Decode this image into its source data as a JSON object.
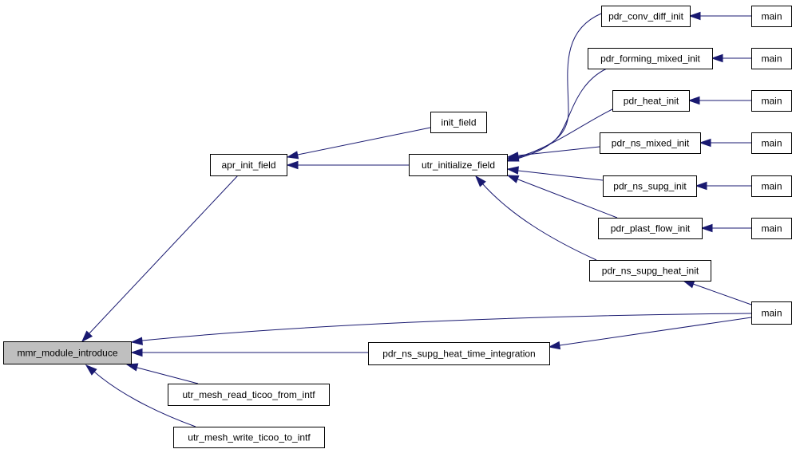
{
  "nodes": [
    {
      "id": "mmr",
      "label": "mmr_module_introduce",
      "root": true
    },
    {
      "id": "apr",
      "label": "apr_init_field"
    },
    {
      "id": "init",
      "label": "init_field"
    },
    {
      "id": "utr_init",
      "label": "utr_initialize_field"
    },
    {
      "id": "conv",
      "label": "pdr_conv_diff_init"
    },
    {
      "id": "forming",
      "label": "pdr_forming_mixed_init"
    },
    {
      "id": "heat",
      "label": "pdr_heat_init"
    },
    {
      "id": "nsmixed",
      "label": "pdr_ns_mixed_init"
    },
    {
      "id": "nssupg",
      "label": "pdr_ns_supg_init"
    },
    {
      "id": "plast",
      "label": "pdr_plast_flow_init"
    },
    {
      "id": "nssupgheat",
      "label": "pdr_ns_supg_heat_init"
    },
    {
      "id": "timeint",
      "label": "pdr_ns_supg_heat_time_integration"
    },
    {
      "id": "readticoo",
      "label": "utr_mesh_read_ticoo_from_intf"
    },
    {
      "id": "writeticoo",
      "label": "utr_mesh_write_ticoo_to_intf"
    },
    {
      "id": "main1",
      "label": "main"
    },
    {
      "id": "main2",
      "label": "main"
    },
    {
      "id": "main3",
      "label": "main"
    },
    {
      "id": "main4",
      "label": "main"
    },
    {
      "id": "main5",
      "label": "main"
    },
    {
      "id": "main6",
      "label": "main"
    },
    {
      "id": "main7",
      "label": "main"
    }
  ],
  "edges": [
    {
      "from": "apr",
      "to": "mmr"
    },
    {
      "from": "main7",
      "to": "mmr"
    },
    {
      "from": "timeint",
      "to": "mmr"
    },
    {
      "from": "readticoo",
      "to": "mmr"
    },
    {
      "from": "writeticoo",
      "to": "mmr"
    },
    {
      "from": "init",
      "to": "apr"
    },
    {
      "from": "utr_init",
      "to": "apr"
    },
    {
      "from": "conv",
      "to": "utr_init"
    },
    {
      "from": "forming",
      "to": "utr_init"
    },
    {
      "from": "heat",
      "to": "utr_init"
    },
    {
      "from": "nsmixed",
      "to": "utr_init"
    },
    {
      "from": "nssupg",
      "to": "utr_init"
    },
    {
      "from": "plast",
      "to": "utr_init"
    },
    {
      "from": "nssupgheat",
      "to": "utr_init"
    },
    {
      "from": "main1",
      "to": "conv"
    },
    {
      "from": "main2",
      "to": "forming"
    },
    {
      "from": "main3",
      "to": "heat"
    },
    {
      "from": "main4",
      "to": "nsmixed"
    },
    {
      "from": "main5",
      "to": "nssupg"
    },
    {
      "from": "main6",
      "to": "plast"
    },
    {
      "from": "main7",
      "to": "nssupgheat"
    },
    {
      "from": "main7",
      "to": "timeint"
    }
  ],
  "colors": {
    "edge": "#191970",
    "root_fill": "#bfbfbf",
    "node_fill": "#ffffff",
    "node_border": "#000000"
  }
}
